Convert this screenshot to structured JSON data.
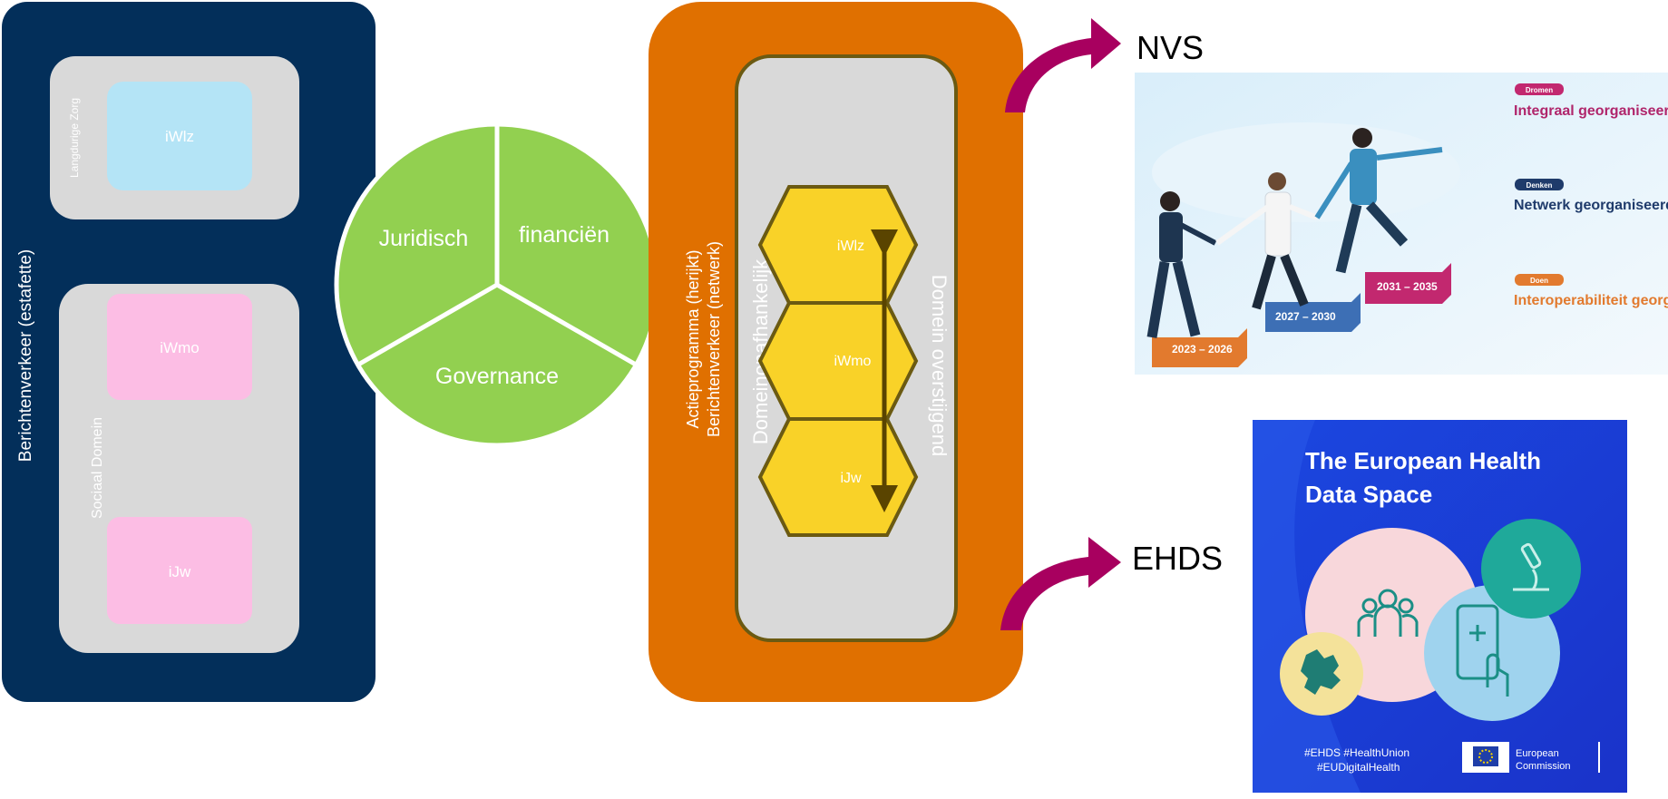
{
  "left_panel": {
    "title": "Berichtenverkeer (estafette)",
    "color": "#032f5a",
    "group_long_term": {
      "label": "Langdurige Zorg",
      "item": "iWlz",
      "item_color": "#b4e4f6"
    },
    "group_social": {
      "label": "Sociaal Domein",
      "items": [
        "iWmo",
        "iJw"
      ],
      "item_color": "#fcbde4"
    }
  },
  "pie": {
    "color": "#92d050",
    "segments": [
      "Juridisch",
      "financiën",
      "Governance"
    ]
  },
  "center_panel": {
    "color": "#e07000",
    "title_line1": "Actieprogramma (herijkt)",
    "title_line2": "Berichtenverkeer (netwerk)",
    "label_left": "Domeinonafhankelijk",
    "label_right": "Domein overstijgend",
    "hexagons": [
      "iWlz",
      "iWmo",
      "iJw"
    ],
    "hex_color": "#f9d228"
  },
  "links": {
    "arrow_color": "#a8005f",
    "nvs_label": "NVS",
    "ehds_label": "EHDS"
  },
  "nvs_image": {
    "tags": [
      "Dromen",
      "Denken",
      "Doen"
    ],
    "headings": [
      "Integraal georganiseerd",
      "Netwerk georganiseerd",
      "Interoperabiliteit georganiseerd"
    ],
    "steps": [
      "2023 – 2026",
      "2027 – 2030",
      "2031 – 2035"
    ]
  },
  "ehds_image": {
    "title_line1": "The European Health",
    "title_line2": "Data Space",
    "hashtags_line1": "#EHDS #HealthUnion",
    "hashtags_line2": "#EUDigitalHealth",
    "commission_line1": "European",
    "commission_line2": "Commission"
  }
}
